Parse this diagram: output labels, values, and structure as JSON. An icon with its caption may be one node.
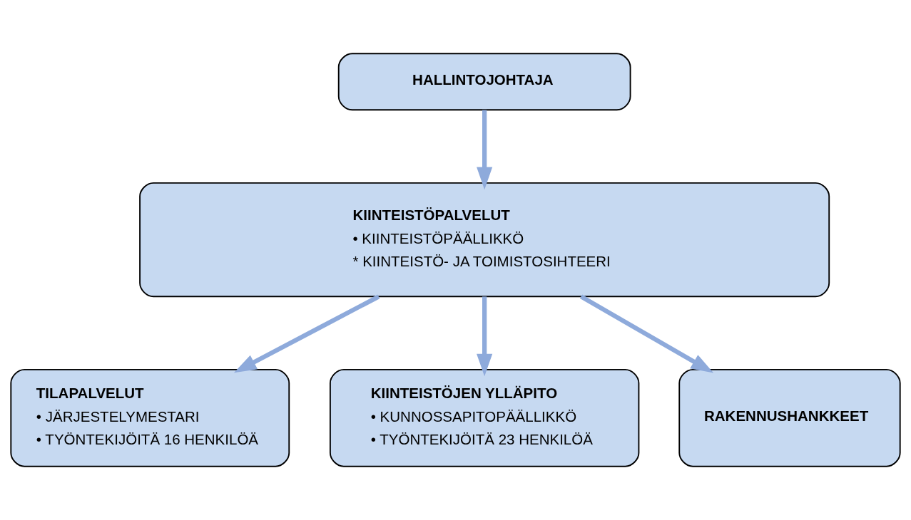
{
  "diagram": {
    "nodes": [
      {
        "text": [
          "HALLINTOJOHTAJA"
        ]
      },
      {
        "text": [
          "KIINTEISTÖPALVELUT",
          "• KIINTEISTÖPÄÄLLIKKÖ",
          "* KIINTEISTÖ- JA TOIMISTOSIHTEERI"
        ]
      },
      {
        "text": [
          "TILAPALVELUT",
          "• JÄRJESTELYMESTARI",
          "• TYÖNTEKIJÖITÄ 16 HENKILÖÄ"
        ]
      },
      {
        "text": [
          "KIINTEISTÖJEN YLLÄPITO",
          "• KUNNOSSAPITOPÄÄLLIKKÖ",
          "• TYÖNTEKIJÖITÄ 23 HENKILÖÄ"
        ]
      },
      {
        "text": [
          "RAKENNUSHANKKEET"
        ]
      }
    ],
    "edges": [
      {
        "from": 0,
        "to": 1,
        "arrow": "to"
      },
      {
        "from": 1,
        "to": 2,
        "arrow": "to"
      },
      {
        "from": 1,
        "to": 3,
        "arrow": "to"
      },
      {
        "from": 1,
        "to": 4,
        "arrow": "to"
      }
    ]
  }
}
